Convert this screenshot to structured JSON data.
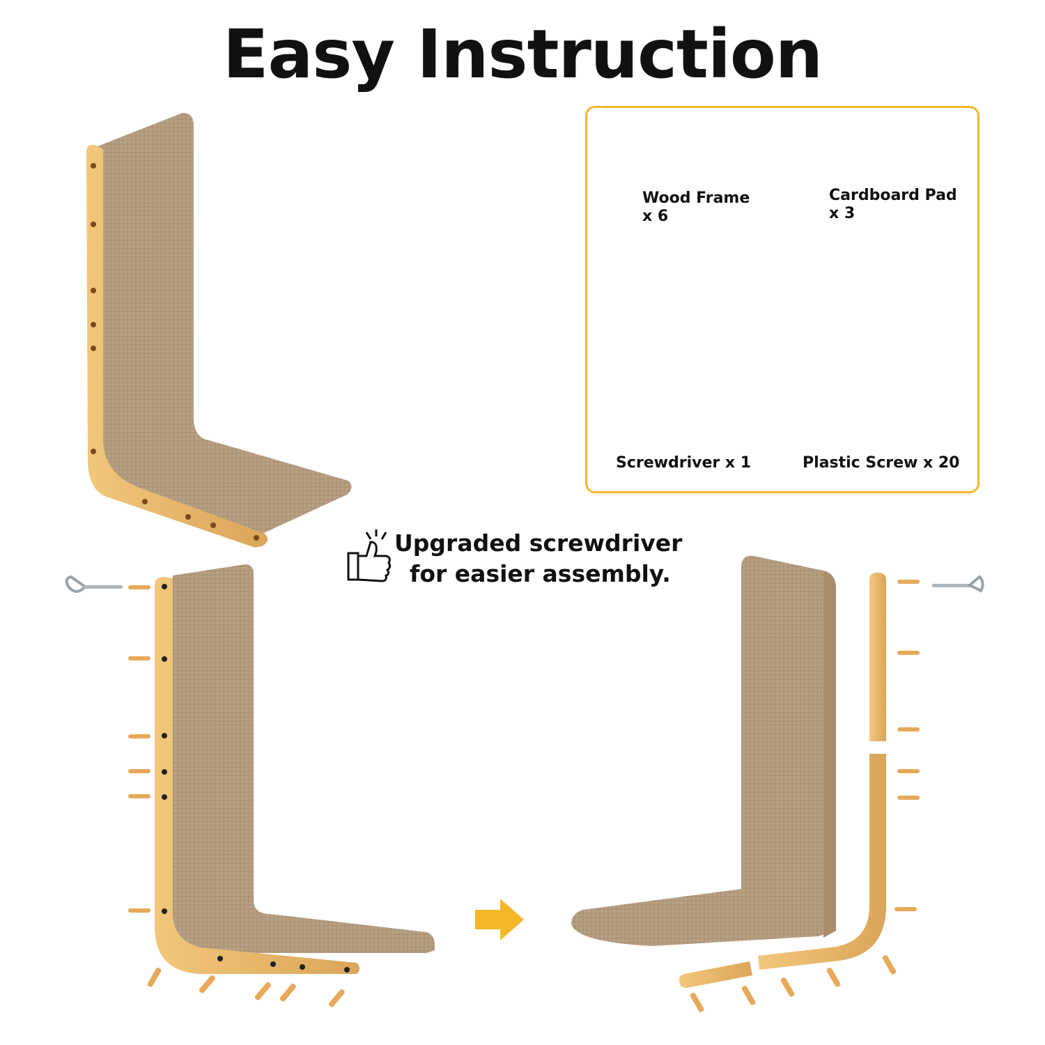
{
  "title": "Easy Instruction",
  "parts": [
    {
      "label": "Wood Frame",
      "qty": "x 6"
    },
    {
      "label": "Cardboard Pad",
      "qty": "x 3"
    },
    {
      "label": "Screwdriver x 1"
    },
    {
      "label": "Plastic Screw x 20"
    }
  ],
  "tip": {
    "line1": "Upgraded screwdriver",
    "line2": "for easier assembly."
  },
  "colors": {
    "accent": "#f4b728",
    "wood": "#e9b86a",
    "cardboard": "#b59c7b",
    "screw": "#e7a95a"
  },
  "icons": [
    "thumbs-up-icon",
    "arrow-right-icon"
  ]
}
